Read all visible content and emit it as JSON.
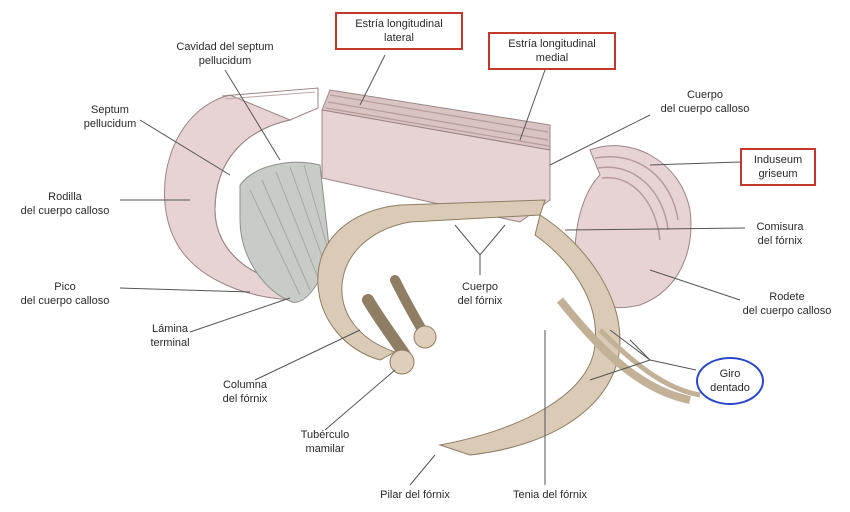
{
  "colors": {
    "tissue": "#e7d3d3",
    "tissue_dark": "#c9adad",
    "fornix": "#d9cbb6",
    "fornix_dark": "#b8a68c",
    "fiber": "#c8ccc6",
    "leader": "#555555",
    "highlight_box": "#c0392b",
    "highlight_oval": "#2b46c8"
  },
  "labels": {
    "cavidad": "Cavidad del septum\npellucidum",
    "estria_lateral": "Estría longitudinal\nlateral",
    "estria_medial": "Estría longitudinal\nmedial",
    "cuerpo_calloso": "Cuerpo\ndel cuerpo calloso",
    "septum": "Septum\npellucidum",
    "rodilla": "Rodilla\ndel cuerpo calloso",
    "pico": "Pico\ndel cuerpo calloso",
    "lamina": "Lámina\nterminal",
    "columna": "Columna\ndel fórnix",
    "tuberculo": "Tubérculo\nmamilar",
    "pilar": "Pilar del fórnix",
    "tenia": "Tenia del fórnix",
    "cuerpo_fornix": "Cuerpo\ndel fórnix",
    "induseum": "Induseum\ngriseum",
    "comisura": "Comisura\ndel fórnix",
    "rodete": "Rodete\ndel cuerpo calloso",
    "giro": "Giro\ndentado"
  }
}
